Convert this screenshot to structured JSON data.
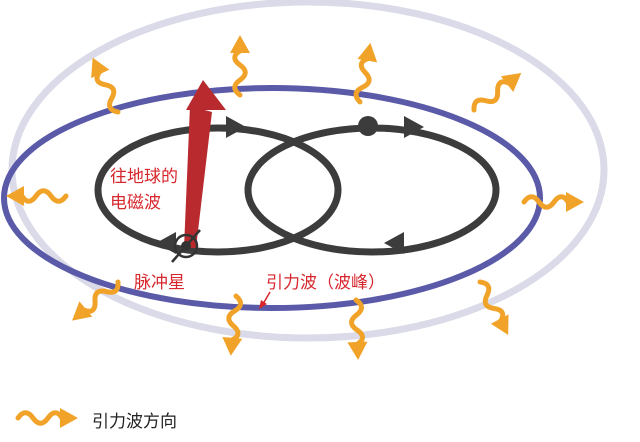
{
  "labels": {
    "em_wave_line1": "往地球的",
    "em_wave_line2": "电磁波",
    "pulsar": "脉冲星",
    "gw_crest": "引力波（波峰）",
    "legend": "引力波方向"
  },
  "colors": {
    "annotation": "#d7262c",
    "arrow_beam": "#b82a2e",
    "orbit": "#3c3c3c",
    "wave_crest": "#5a5aa8",
    "wave_arrow": "#f0a328",
    "outer_halo": "#dadae8"
  },
  "icons": {
    "wave_direction": "squiggle-arrow-icon",
    "pulsar": "pulsar-star-icon",
    "companion": "companion-star-icon"
  }
}
